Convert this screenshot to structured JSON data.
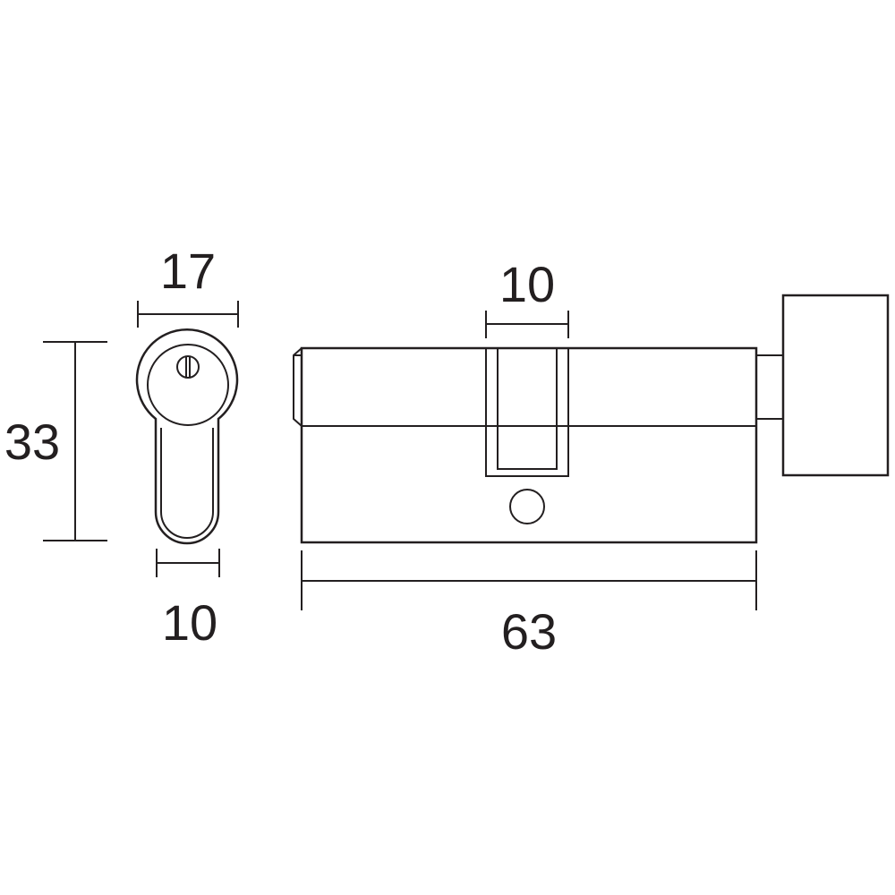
{
  "diagram": {
    "line_color": "#231f20",
    "background": "#ffffff",
    "dimensions": {
      "front_width_top": "17",
      "front_height": "33",
      "front_width_bottom": "10",
      "cam_width": "10",
      "total_length": "63"
    }
  }
}
